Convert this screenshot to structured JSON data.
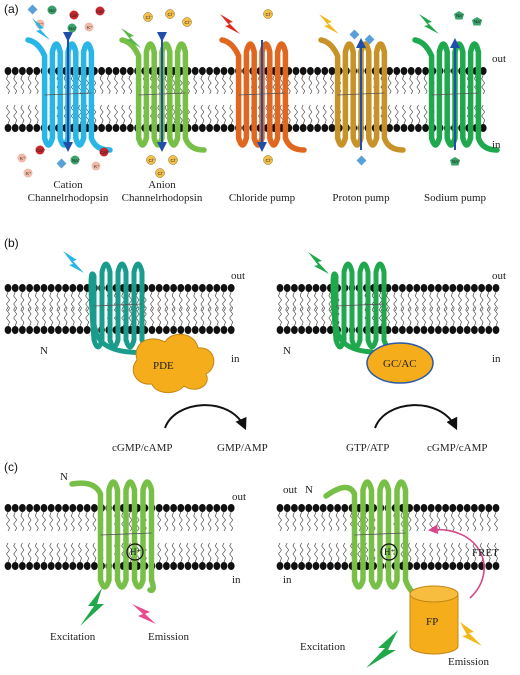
{
  "panels": {
    "a": "(a)",
    "b": "(b)",
    "c": "(c)"
  },
  "side": {
    "out": "out",
    "in": "in",
    "n": "N"
  },
  "panel_a": {
    "proteins": [
      {
        "line1": "Cation",
        "line2": "Channelrhodopsin",
        "color": "#27b6e6",
        "ion": "Na⁺"
      },
      {
        "line1": "Anion",
        "line2": "Channelrhodopsin",
        "color": "#78bf48",
        "ion": "Cl⁻"
      },
      {
        "line1": "Chloride pump",
        "line2": "",
        "color": "#e0671f",
        "ion": "Cl⁻"
      },
      {
        "line1": "Proton pump",
        "line2": "",
        "color": "#c79228",
        "ion": "H⁺"
      },
      {
        "line1": "Sodium pump",
        "line2": "",
        "color": "#1fa84d",
        "ion": "Na⁺"
      }
    ],
    "ion_labels": {
      "na": "Na⁺",
      "ca": "Ca²⁺",
      "k": "K⁺",
      "cl": "Cl⁻",
      "h": "H⁺"
    }
  },
  "panel_b": {
    "left": {
      "enzyme": "PDE",
      "substrate": "cGMP/cAMP",
      "product": "GMP/AMP"
    },
    "right": {
      "enzyme": "GC/AC",
      "substrate": "GTP/ATP",
      "product": "cGMP/cAMP"
    }
  },
  "panel_c": {
    "chromophore": "H⁺",
    "left": {
      "excitation": "Excitation",
      "emission": "Emission"
    },
    "right": {
      "fp": "FP",
      "fret": "FRET",
      "excitation": "Excitation",
      "emission": "Emission"
    }
  },
  "colors": {
    "cation_blue": "#27b6e6",
    "anion_green": "#78bf48",
    "chloride_orange": "#e0671f",
    "proton_gold": "#c79228",
    "sodium_green": "#1fa84d",
    "teal": "#1a9c8c",
    "enzyme_orange": "#f5ad1b",
    "membrane_black": "#111111",
    "fret_pink": "#d9458a"
  }
}
